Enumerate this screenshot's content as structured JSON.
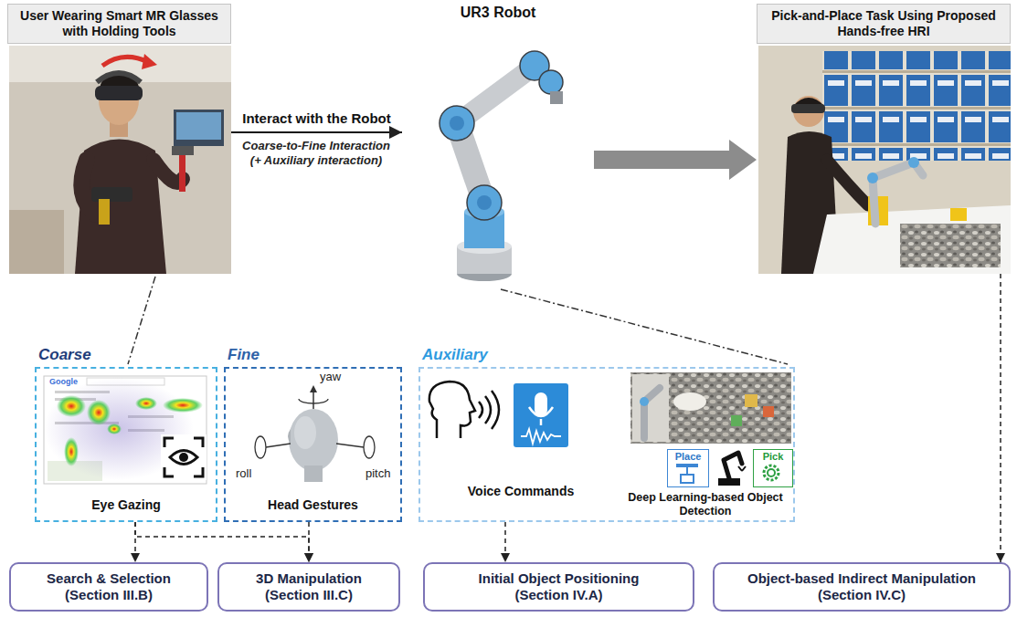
{
  "diagram": {
    "nodes": [
      {
        "text": [
          "User Wearing Smart MR Glasses with Holding Tools"
        ]
      },
      {
        "text": [
          "UR3 Robot"
        ]
      },
      {
        "text": [
          "Pick-and-Place Task Using Proposed Hands-free HRI"
        ]
      },
      {
        "text": [
          "Coarse",
          "Eye Gazing"
        ]
      },
      {
        "text": [
          "Fine",
          "Head Gestures"
        ]
      },
      {
        "text": [
          "Auxiliary",
          "Voice Commands",
          "Deep Learning-based Object Detection"
        ]
      },
      {
        "text": [
          "Place"
        ],
        "in": 5
      },
      {
        "text": [
          "Pick"
        ],
        "in": 5
      },
      {
        "text": [
          "Search & Selection (Section III.B)"
        ]
      },
      {
        "text": [
          "3D Manipulation (Section III.C)"
        ]
      },
      {
        "text": [
          "Initial Object Positioning (Section IV.A)"
        ]
      },
      {
        "text": [
          "Object-based Indirect Manipulation (Section IV.C)"
        ]
      }
    ],
    "edges": [
      {
        "from": 0,
        "to": 1,
        "arrow": "to",
        "label": "Interact with the Robot"
      },
      {
        "from": 1,
        "to": 2,
        "arrow": "to"
      },
      {
        "from": 3,
        "to": 8,
        "arrow": "to"
      },
      {
        "from": 3,
        "to": 9,
        "arrow": "to"
      },
      {
        "from": 4,
        "to": 9,
        "arrow": "to"
      },
      {
        "from": 5,
        "to": 10,
        "arrow": "to"
      },
      {
        "from": 2,
        "to": 11,
        "arrow": "to"
      }
    ],
    "labels": [
      "Coarse-to-Fine Interaction (+ Auxiliary interaction)",
      "Google",
      "yaw",
      "roll",
      "pitch"
    ]
  }
}
